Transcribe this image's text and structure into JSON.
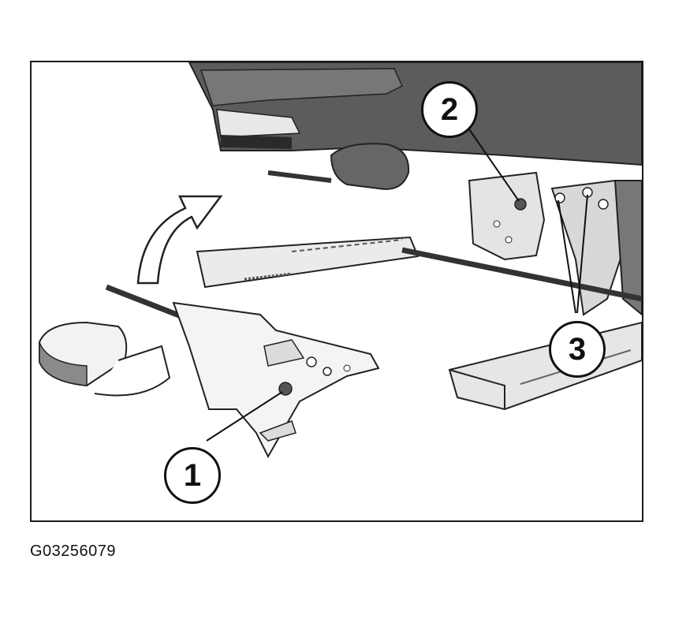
{
  "figure": {
    "id": "G03256079",
    "callouts": [
      {
        "label": "1"
      },
      {
        "label": "2"
      },
      {
        "label": "3"
      }
    ]
  },
  "colors": {
    "frame": "#1a1a1a",
    "seat_dark": "#5a5a5a",
    "rail_light": "#e6e6e6",
    "outline": "#222222"
  }
}
